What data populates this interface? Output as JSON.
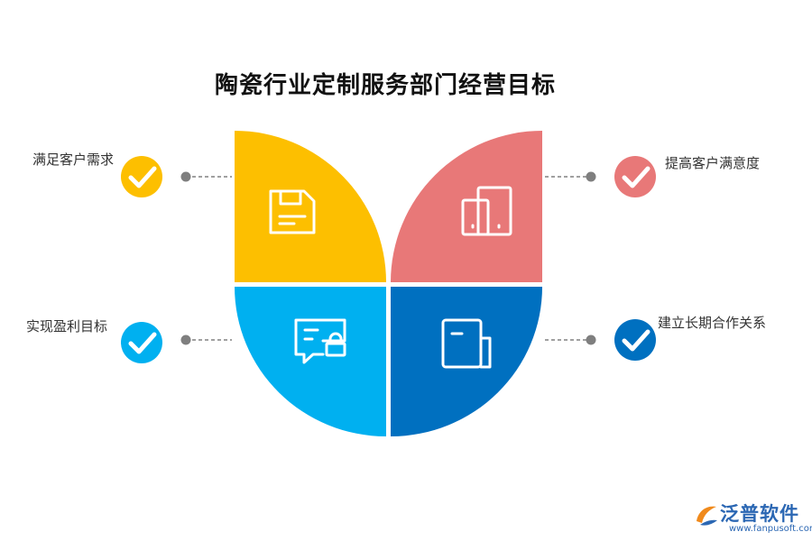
{
  "title": "陶瓷行业定制服务部门经营目标",
  "goals": {
    "top_left": {
      "label": "满足客户需求",
      "color": "#fdbf00"
    },
    "top_right": {
      "label": "提高客户满意度",
      "color": "#e87878"
    },
    "bottom_left": {
      "label": "实现盈利目标",
      "color": "#00b0f0"
    },
    "bottom_right": {
      "label": "建立长期合作关系",
      "color": "#0070c0"
    }
  },
  "icons": {
    "top_left": "save-icon",
    "top_right": "devices-icon",
    "bottom_left": "secure-message-icon",
    "bottom_right": "document-icon"
  },
  "logo": {
    "name": "泛普软件",
    "url": "www.fanpusoft.com"
  }
}
